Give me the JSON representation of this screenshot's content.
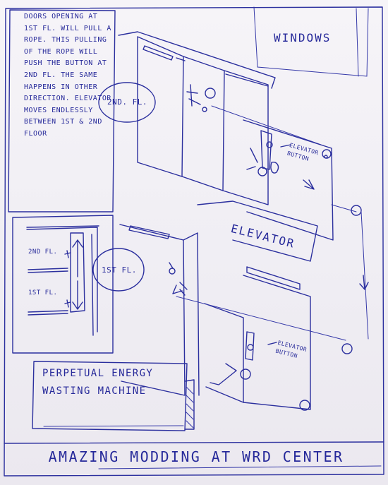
{
  "note": {
    "text": "Doors opening at 1st fl. will pull a rope. This pulling of the rope will push the button at 2nd fl. The same happens in other direction. Elevator moves endlessly between 1st & 2nd floor"
  },
  "labels": {
    "windows": "Windows",
    "second_floor_bubble": "2nd. fl.",
    "first_floor_bubble": "1st fl.",
    "elevator": "Elevator",
    "elevator_button_top": "Elevator button",
    "elevator_button_bottom": "Elevator button",
    "inset_2nd": "2nd fl.",
    "inset_1st": "1st fl."
  },
  "box_caption": "Perpetual energy wasting machine",
  "title": "Amazing modding at WRD center"
}
